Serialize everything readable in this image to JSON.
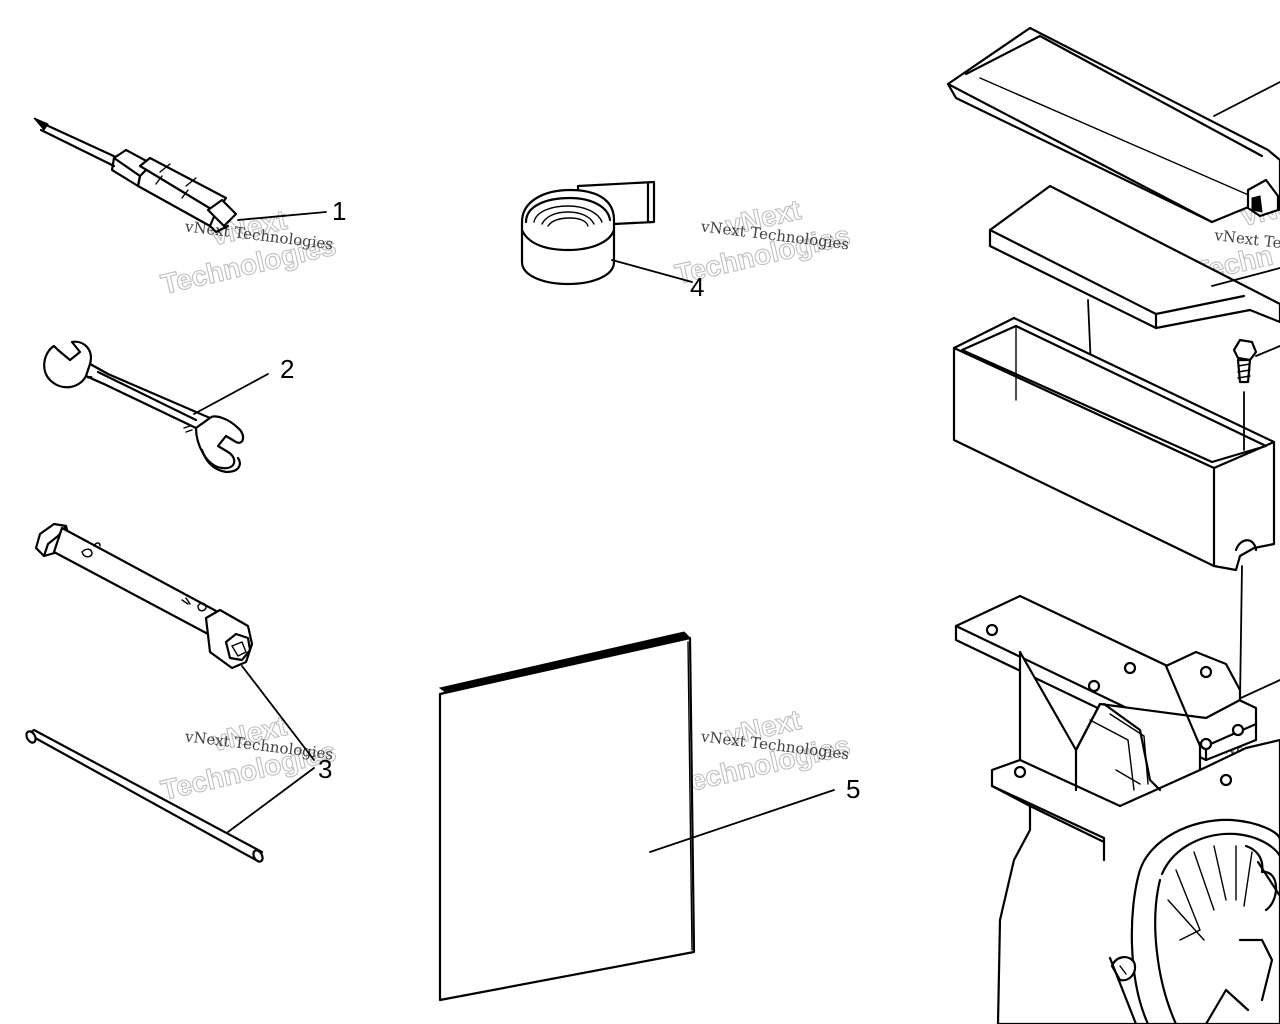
{
  "callouts": {
    "c1": "1",
    "c2": "2",
    "c3": "3",
    "c4": "4",
    "c5": "5"
  },
  "watermark": {
    "line1": "vNext Technologies",
    "outline_top": "vNext",
    "outline_bottom": "Technologies",
    "partial_line1": "vNext Te",
    "partial_outline_top": "vNe",
    "partial_outline_bottom": "Techn"
  },
  "icons": {
    "screwdriver": "screwdriver-icon",
    "wrench": "open-end-wrench-icon",
    "socket": "spark-plug-socket-icon",
    "bar": "tommy-bar-icon",
    "tape": "tape-roll-icon",
    "manual": "owners-manual-icon",
    "toolbox": "tool-box-assembly-icon"
  }
}
